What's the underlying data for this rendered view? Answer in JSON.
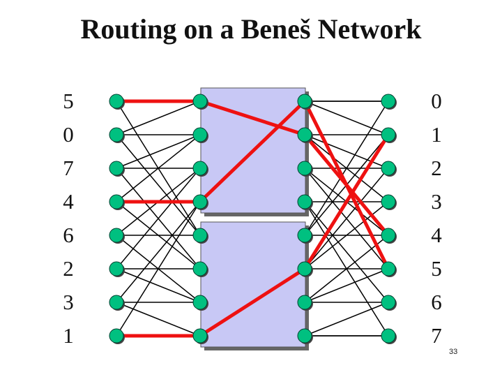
{
  "title": "Routing on a Beneš Network",
  "page_number": "33",
  "input_labels": [
    "5",
    "0",
    "7",
    "4",
    "6",
    "2",
    "3",
    "1"
  ],
  "output_labels": [
    "0",
    "1",
    "2",
    "3",
    "4",
    "5",
    "6",
    "7"
  ],
  "colors": {
    "node_fill": "#00c080",
    "node_stroke": "#004030",
    "box_fill": "#c8c8f5",
    "route_color": "#ee1111",
    "wire_color": "#000000"
  }
}
